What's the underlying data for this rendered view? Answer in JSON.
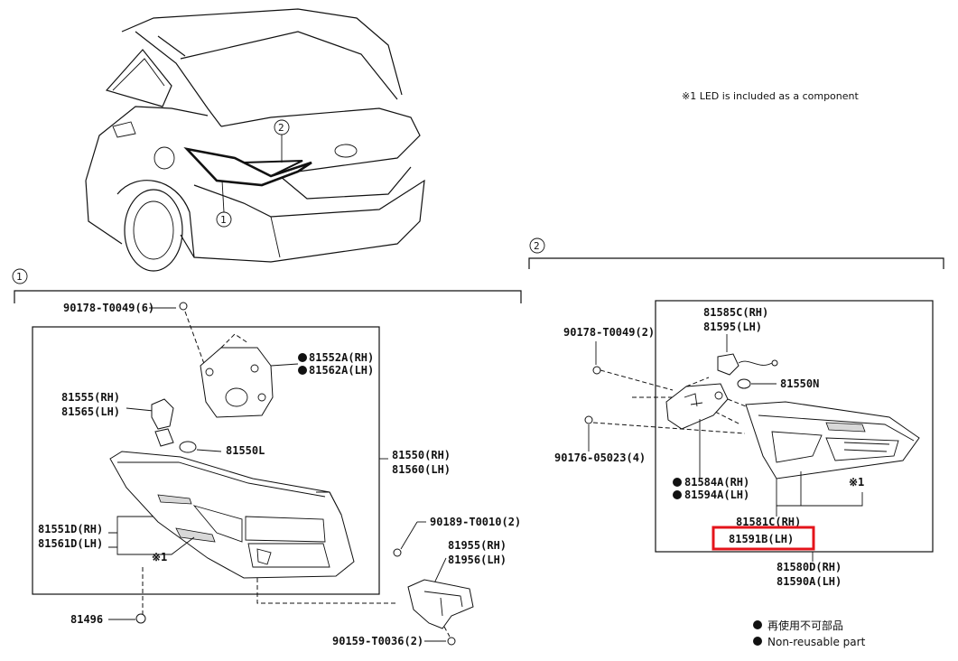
{
  "note": "※1 LED is included as a component",
  "callouts": {
    "c1": "1",
    "c2": "2"
  },
  "section1": {
    "number": "1",
    "labels": {
      "p90178_6": "90178-T0049(6)",
      "p81552a": "81552A(RH)",
      "p81562a": "81562A(LH)",
      "p81555": "81555(RH)",
      "p81565": "81565(LH)",
      "p81550l": "81550L",
      "p81550": "81550(RH)",
      "p81560": "81560(LH)",
      "p81551d": "81551D(RH)",
      "p81561d": "81561D(LH)",
      "mark1": "※1",
      "p90189": "90189-T0010(2)",
      "p81955": "81955(RH)",
      "p81956": "81956(LH)",
      "p81496": "81496",
      "p90159": "90159-T0036(2)"
    }
  },
  "section2": {
    "number": "2",
    "labels": {
      "p90178_2": "90178-T0049(2)",
      "p81585c": "81585C(RH)",
      "p81595": "81595(LH)",
      "p81550n": "81550N",
      "p90176": "90176-05023(4)",
      "p81584a": "81584A(RH)",
      "p81594a": "81594A(LH)",
      "mark1": "※1",
      "p81581c": "81581C(RH)",
      "p81591b": "81591B(LH)",
      "p81580d": "81580D(RH)",
      "p81590a": "81590A(LH)"
    },
    "highlighted_part": "81591B(LH)",
    "highlight_color": "#e4141b"
  },
  "legend": {
    "ja": "再使用不可部品",
    "en": "Non-reusable part"
  }
}
